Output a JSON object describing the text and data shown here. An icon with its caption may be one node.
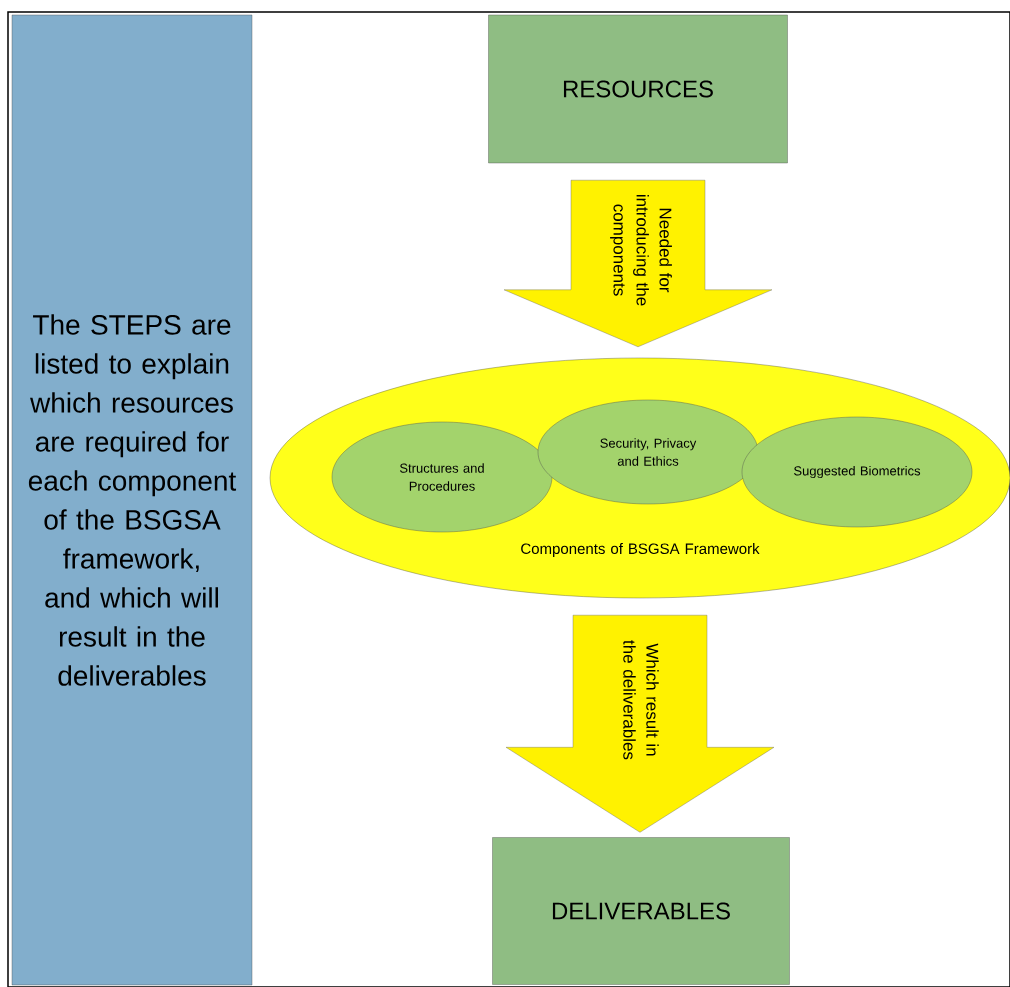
{
  "diagram": {
    "nodes": [
      {
        "text": [
          "The STEPS are listed to explain which resources are required for each component of the BSGSA framework, and which will result in the deliverables"
        ]
      },
      {
        "text": [
          "RESOURCES"
        ]
      },
      {
        "text": [
          "Components of BSGSA Framework"
        ]
      },
      {
        "text": [
          "Structures and Procedures"
        ],
        "in": 2
      },
      {
        "text": [
          "Security, Privacy and Ethics"
        ],
        "in": 2
      },
      {
        "text": [
          "Suggested Biometrics"
        ],
        "in": 2
      },
      {
        "text": [
          "DELIVERABLES"
        ]
      }
    ],
    "edges": [
      {
        "from": 1,
        "to": 2,
        "arrow": "to",
        "label": "Needed for introducing the components"
      },
      {
        "from": 2,
        "to": 6,
        "arrow": "to",
        "label": "Which result in the deliverables"
      }
    ]
  }
}
